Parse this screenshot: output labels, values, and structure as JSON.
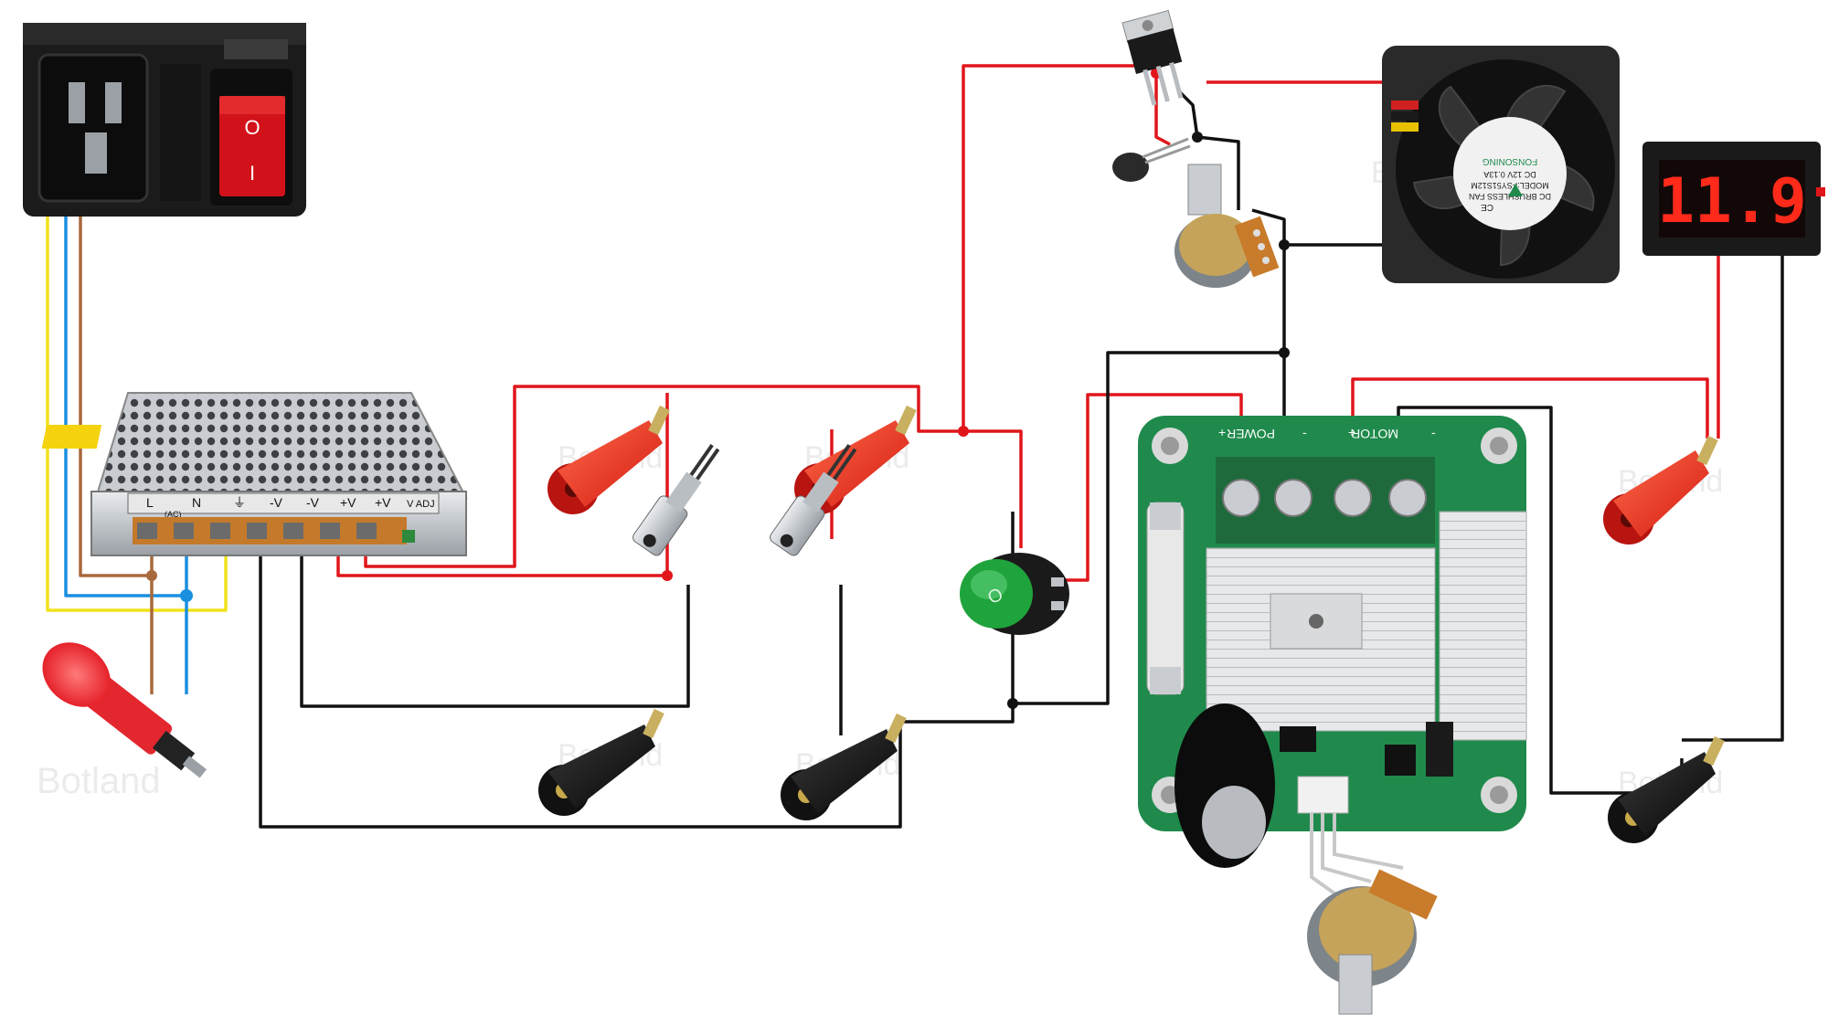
{
  "colors": {
    "wire_red": "#e0161b",
    "wire_black": "#111111",
    "wire_blue": "#1a8fe0",
    "wire_yellow": "#f2e21a",
    "wire_brown": "#a8693c",
    "pcb_green": "#1f8a4c",
    "display_red": "#ff2a1a"
  },
  "components": {
    "power_inlet": {
      "icon": "iec-inlet-with-switch-icon",
      "switch_mark_on": "I",
      "switch_mark_off": "O"
    },
    "psu": {
      "icon": "switching-power-supply-icon",
      "terminals": [
        "L",
        "N",
        "⏚",
        "-V",
        "-V",
        "+V",
        "+V",
        "V ADJ"
      ],
      "ac_mark": "(AC)"
    },
    "voltmeter": {
      "icon": "panel-voltmeter-icon",
      "reading": "11.9"
    },
    "fan": {
      "icon": "cooling-fan-icon",
      "brand": "FONSONING",
      "line1": "DC BRUSHLESS FAN",
      "line2": "MODEL:FSY51S12M",
      "line3": "DC 12V 0.13A",
      "cert": "CE"
    },
    "pwm_controller": {
      "icon": "pwm-motor-controller-icon",
      "power_label": "POWER",
      "motor_label": "MOTOR",
      "plus": "+",
      "minus": "-"
    },
    "rocker_switch": {
      "icon": "round-rocker-switch-icon",
      "mark": "O"
    },
    "indicator_lamp": {
      "icon": "neon-indicator-lamp-icon"
    },
    "transistor": {
      "icon": "to220-transistor-icon"
    },
    "thermistor": {
      "icon": "ntc-thermistor-icon"
    },
    "pot_top": {
      "icon": "potentiometer-icon"
    },
    "pot_bottom": {
      "icon": "potentiometer-icon"
    },
    "binding_posts_red": {
      "icon": "red-binding-post-icon"
    },
    "binding_posts_black": {
      "icon": "black-binding-post-icon"
    },
    "barrel_jacks": {
      "icon": "dc-jack-icon"
    }
  },
  "watermark": "Botland"
}
